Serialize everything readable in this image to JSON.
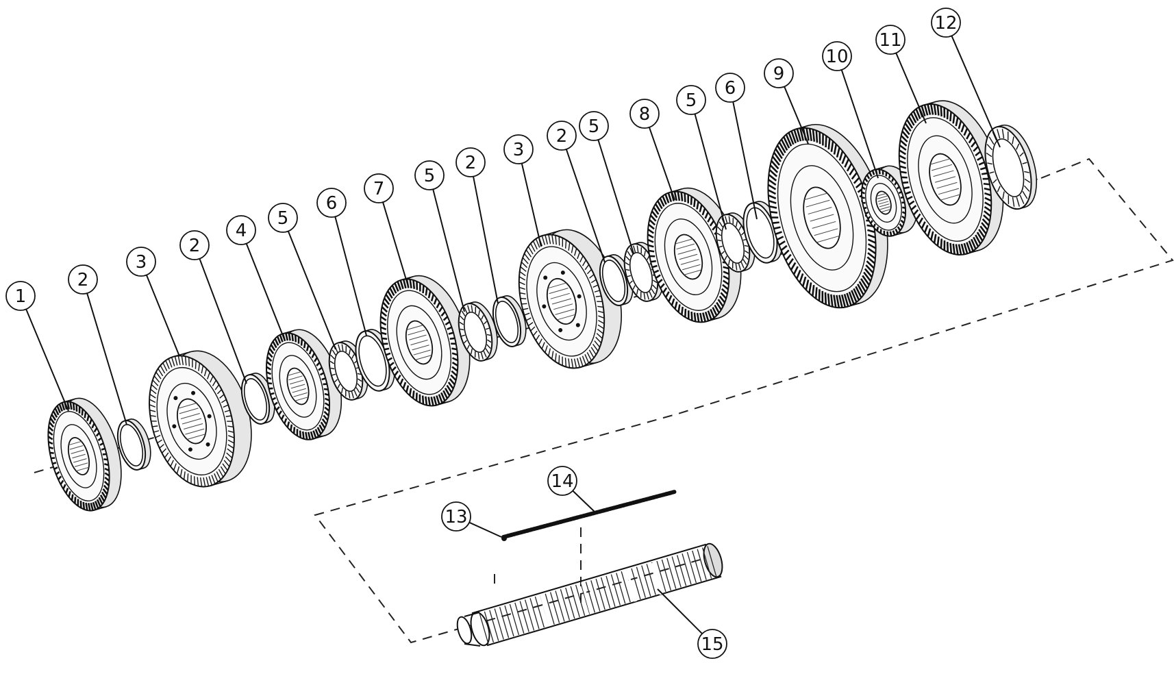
{
  "diagram": {
    "callouts": [
      {
        "id": "callout-1",
        "label": "1"
      },
      {
        "id": "callout-2a",
        "label": "2"
      },
      {
        "id": "callout-3a",
        "label": "3"
      },
      {
        "id": "callout-2b",
        "label": "2"
      },
      {
        "id": "callout-4",
        "label": "4"
      },
      {
        "id": "callout-5a",
        "label": "5"
      },
      {
        "id": "callout-6a",
        "label": "6"
      },
      {
        "id": "callout-7",
        "label": "7"
      },
      {
        "id": "callout-5b",
        "label": "5"
      },
      {
        "id": "callout-2c",
        "label": "2"
      },
      {
        "id": "callout-3b",
        "label": "3"
      },
      {
        "id": "callout-2d",
        "label": "2"
      },
      {
        "id": "callout-5c",
        "label": "5"
      },
      {
        "id": "callout-8",
        "label": "8"
      },
      {
        "id": "callout-5d",
        "label": "5"
      },
      {
        "id": "callout-6b",
        "label": "6"
      },
      {
        "id": "callout-9",
        "label": "9"
      },
      {
        "id": "callout-10",
        "label": "10"
      },
      {
        "id": "callout-11",
        "label": "11"
      },
      {
        "id": "callout-12",
        "label": "12"
      },
      {
        "id": "callout-13",
        "label": "13"
      },
      {
        "id": "callout-14",
        "label": "14"
      },
      {
        "id": "callout-15",
        "label": "15"
      }
    ]
  }
}
